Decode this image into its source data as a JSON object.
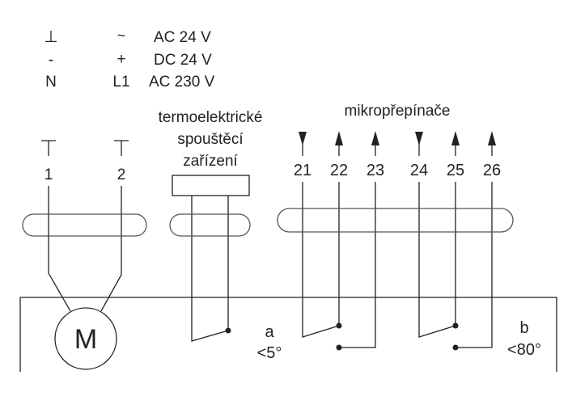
{
  "legend": {
    "rows": [
      {
        "left": "⊥",
        "right": "~",
        "label": "AC 24 V"
      },
      {
        "left": "-",
        "right": "+",
        "label": "DC 24 V"
      },
      {
        "left": "N",
        "right": "L1",
        "label": "AC 230 V"
      }
    ]
  },
  "terminals": {
    "t1": "1",
    "t2": "2"
  },
  "thermo": {
    "line1": "termoelektrické",
    "line2": "spouštěcí",
    "line3": "zařízení"
  },
  "switches": {
    "title": "mikropřepínače",
    "contacts": [
      "21",
      "22",
      "23",
      "24",
      "25",
      "26"
    ],
    "directions": [
      "down",
      "up",
      "up",
      "down",
      "up",
      "up"
    ]
  },
  "motor": {
    "label": "M"
  },
  "switch_a": {
    "name": "a",
    "angle": "<5°"
  },
  "switch_b": {
    "name": "b",
    "angle": "<80°"
  }
}
